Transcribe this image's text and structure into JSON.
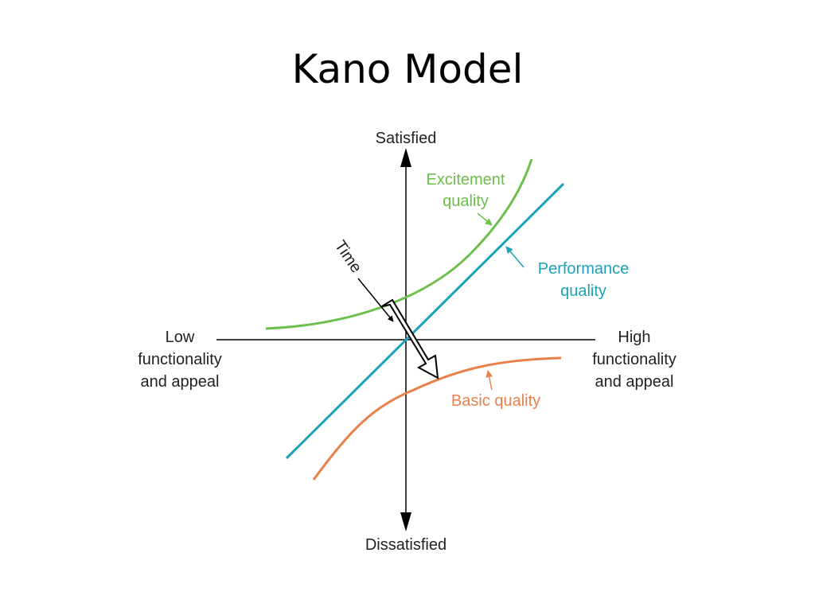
{
  "title": "Kano Model",
  "axes": {
    "y_top": "Satisfied",
    "y_bottom": "Dissatisfied",
    "x_left": [
      "Low",
      "functionality",
      "and appeal"
    ],
    "x_right": [
      "High",
      "functionality",
      "and appeal"
    ]
  },
  "curves": {
    "excitement": {
      "label": [
        "Excitement",
        "quality"
      ],
      "color": "#6cbf4b"
    },
    "performance": {
      "label": [
        "Performance",
        "quality"
      ],
      "color": "#1aa3b8"
    },
    "basic": {
      "label": "Basic quality",
      "color": "#e8804a"
    }
  },
  "time_label": "Time",
  "colors": {
    "axis": "#000000",
    "text": "#222222"
  }
}
